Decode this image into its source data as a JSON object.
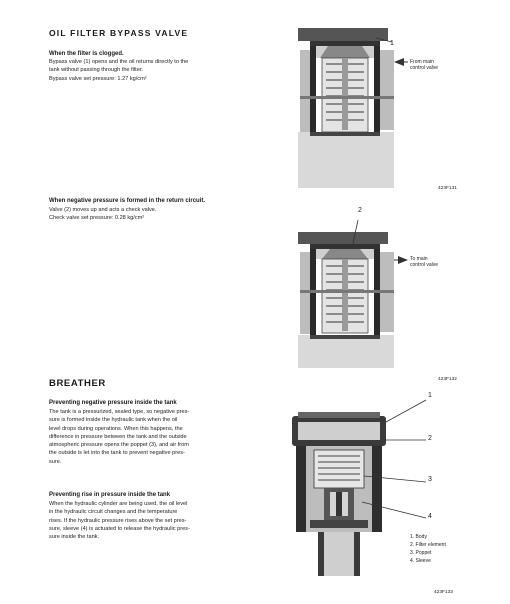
{
  "oil_filter": {
    "heading": "OIL FILTER BYPASS VALVE",
    "clogged": {
      "title": "When the filter is clogged.",
      "lines": [
        "Bypass valve (1) opens and the oil returns directly to the",
        "tank without passing through the filter.",
        "Bypass valve set pressure:  1.27 kg/cm²"
      ]
    },
    "negative": {
      "title": "When negative pressure is formed in the return circuit.",
      "lines": [
        "Valve (2) moves up and acts a check valve.",
        "Check valve set pressure:  0.28 kg/cm²"
      ]
    },
    "fig1": {
      "callout": "1",
      "flow_label_1": "From main",
      "flow_label_2": "control valve",
      "code": "423F131"
    },
    "fig2": {
      "callout": "2",
      "flow_label_1": "To main",
      "flow_label_2": "control valve",
      "code": "423F132"
    }
  },
  "breather": {
    "heading": "BREATHER",
    "negative": {
      "title": "Preventing negative pressure inside the tank",
      "lines": [
        "The tank is a pressurized, sealed type, so negative pres-",
        "sure is formed inside the hydraulic tank when the oil",
        "level drops during operations.  When this happens, the",
        "difference in pressure between the tank and the outside",
        "atmospheric pressure opens the poppet (3), and air from",
        "the outside is let into the tank to prevent negative pres-",
        "sure."
      ]
    },
    "rise": {
      "title": "Preventing rise in pressure inside the tank",
      "lines": [
        "When the hydraulic cylinder are being used, the oil level",
        "in the hydraulic circuit changes and the temperature",
        "rises.  If the hydraulic pressure rises above the set pres-",
        "sure, sleeve (4) is actuated to release the hydraulic pres-",
        "sure inside the tank."
      ]
    },
    "fig3": {
      "callouts": [
        "1",
        "2",
        "3",
        "4"
      ],
      "legend": [
        "1.  Body",
        "2.  Filter element",
        "3.  Poppet",
        "4.  Sleeve"
      ],
      "code": "423F133"
    }
  }
}
